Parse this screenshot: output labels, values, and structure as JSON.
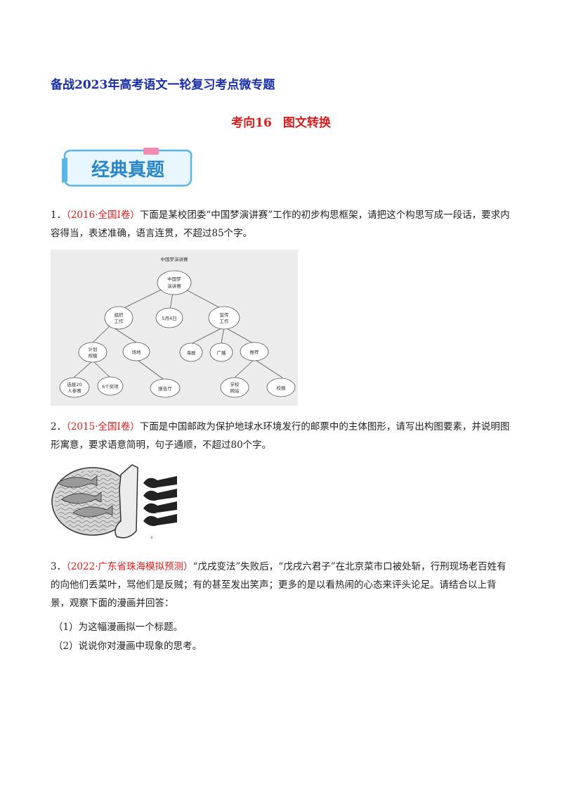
{
  "header": {
    "doc_title": "备战2023年高考语文一轮复习考点微专题",
    "sub_title_a": "考向16",
    "sub_title_b": "图文转换",
    "banner_text": "经典真题"
  },
  "questions": [
    {
      "num": "1．",
      "source": "（2016·全国Ⅰ卷）",
      "text": "下面是某校团委“中国梦演讲赛”工作的初步构思框架，请把这个构思写成一段话，要求内容得当，表述准确，语言连贯，不超过85个字。"
    },
    {
      "num": "2．",
      "source": "（2015·全国Ⅰ卷）",
      "text": "下面是中国邮政为保护地球水环境发行的邮票中的主体图形，请写出构图要素，并说明图形寓意，要求语意简明，句子通顺，不超过80个字。"
    },
    {
      "num": "3．",
      "source": "（2022·广东省珠海模拟预测）",
      "text": "“戊戌变法”失败后，“戊戌六君子”在北京菜市口被处斩，行刑现场老百姓有的向他们丢菜叶，骂他们是反贼；有的甚至发出笑声；更多的是以看热闹的心态来评头论足。请结合以上背景，观察下面的漫画并回答：",
      "sub1": "（1）为这幅漫画拟一个标题。",
      "sub2": "（2）说说你对漫画中现象的思考。"
    }
  ],
  "diagram": {
    "title": "中国梦演讲赛",
    "root_l1": "中国梦",
    "root_l2": "演讲赛",
    "org_l1": "组织",
    "org_l2": "工作",
    "date": "5月4日",
    "pub_l1": "宣传",
    "pub_l2": "工作",
    "plan_l1": "计划",
    "plan_l2": "规模",
    "venue": "场地",
    "poster": "海报",
    "radio": "广播",
    "recommend": "推荐",
    "people_l1": "选拔20",
    "people_l2": "人参赛",
    "awards": "6个奖项",
    "hall": "报告厅",
    "web_l1": "学校",
    "web_l2": "网站",
    "news": "校报"
  },
  "figure2": {
    "marker": "°"
  }
}
